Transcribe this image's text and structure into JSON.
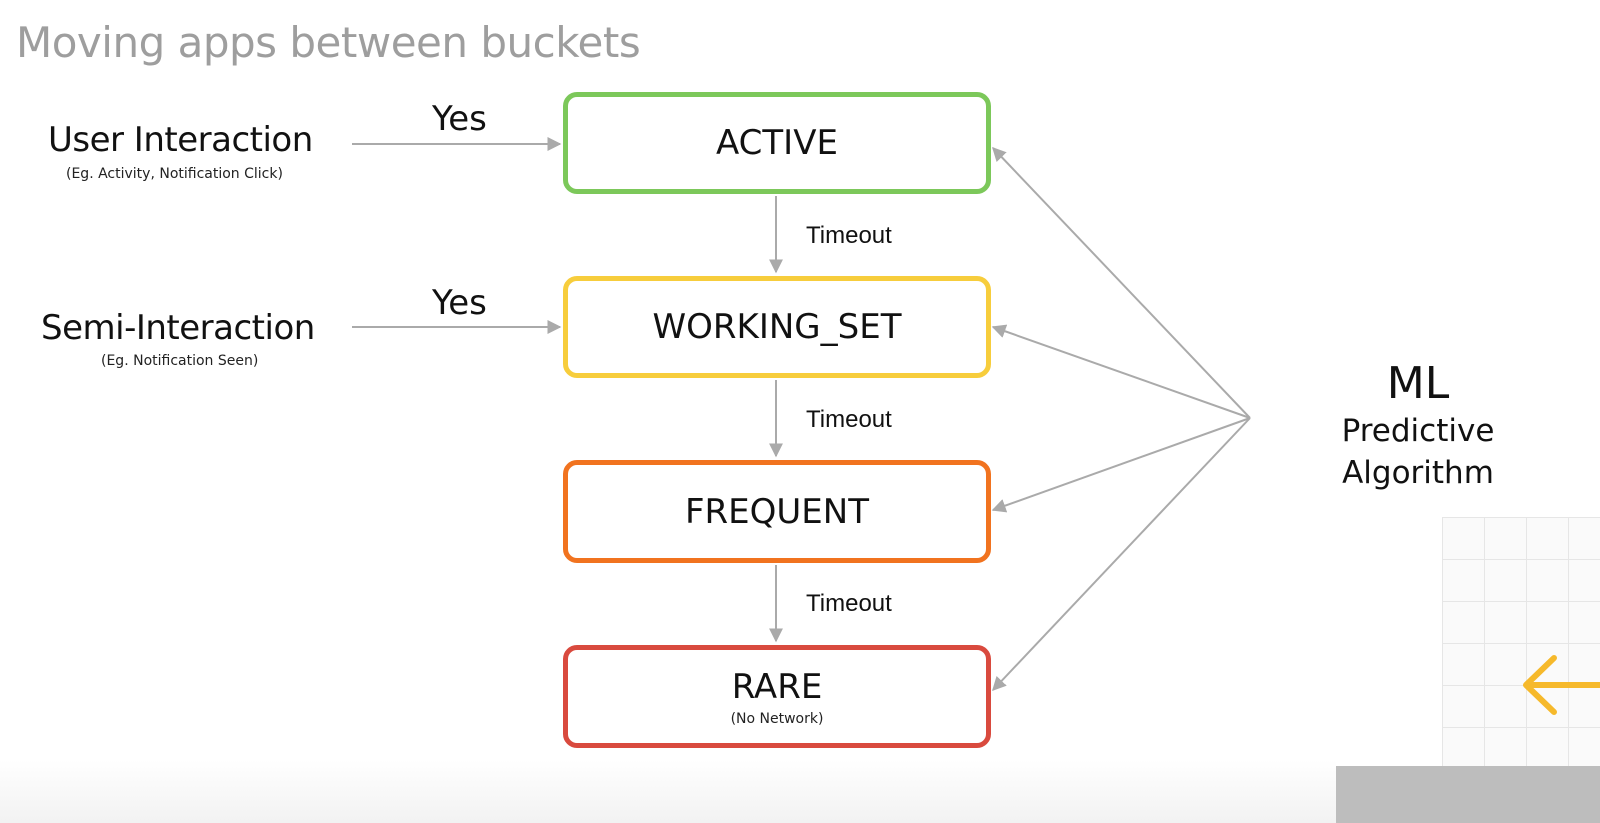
{
  "title": "Moving apps between buckets",
  "sources": [
    {
      "label": "User Interaction",
      "sublabel": "(Eg. Activity, Notification Click)",
      "edge_label": "Yes"
    },
    {
      "label": "Semi-Interaction",
      "sublabel": "(Eg. Notification Seen)",
      "edge_label": "Yes"
    }
  ],
  "buckets": [
    {
      "name": "ACTIVE",
      "sublabel": "",
      "color": "#7cc85a"
    },
    {
      "name": "WORKING_SET",
      "sublabel": "",
      "color": "#f7cd3c"
    },
    {
      "name": "FREQUENT",
      "sublabel": "",
      "color": "#f1731f"
    },
    {
      "name": "RARE",
      "sublabel": "(No Network)",
      "color": "#d94a3e"
    }
  ],
  "transitions": [
    {
      "label": "Timeout"
    },
    {
      "label": "Timeout"
    },
    {
      "label": "Timeout"
    }
  ],
  "predictor": {
    "title": "ML",
    "line1": "Predictive",
    "line2": "Algorithm"
  },
  "colors": {
    "arrow": "#aaaaaa",
    "title": "#9e9e9e",
    "deco_arrow": "#f6b92b"
  },
  "icons": {
    "deco": "arrow-left-icon"
  }
}
